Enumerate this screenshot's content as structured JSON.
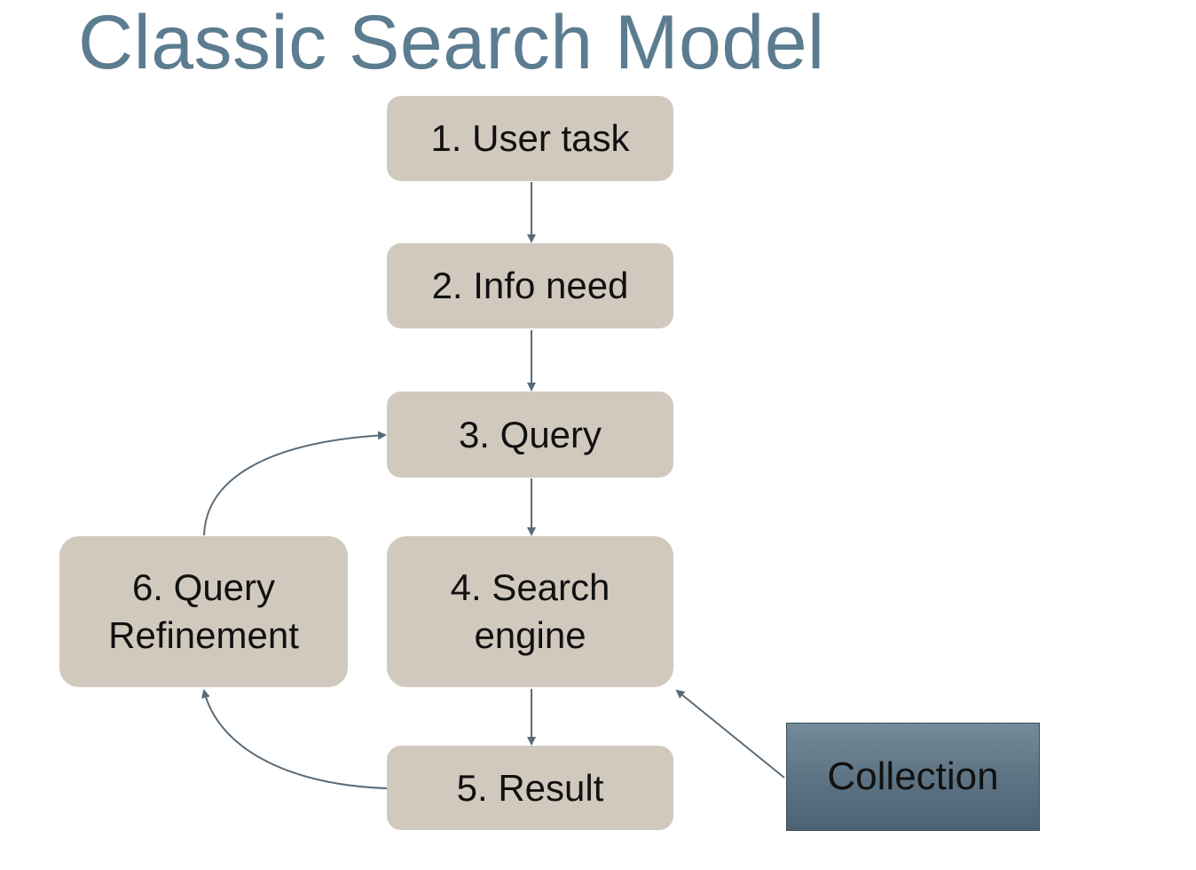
{
  "title": "Classic Search Model",
  "steps": {
    "user_task": "1. User task",
    "info_need": "2. Info need",
    "query": "3. Query",
    "search_engine": [
      "4. Search",
      "engine"
    ],
    "result": "5. Result",
    "query_refinement": [
      "6. Query",
      "Refinement"
    ]
  },
  "collection": "Collection",
  "colors": {
    "title": "#5c7c90",
    "box_fill": "#d2c9be",
    "collection_fill": "#5c7282",
    "arrow": "#5a6b78"
  }
}
